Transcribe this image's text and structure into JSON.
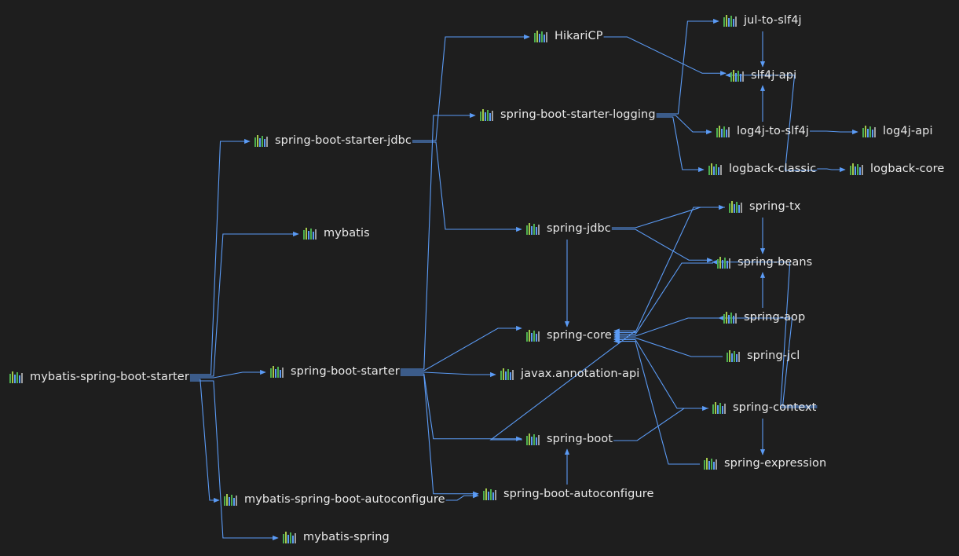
{
  "diagram": {
    "nodes": [
      {
        "id": "mybatis-spring-boot-starter",
        "label": "mybatis-spring-boot-starter"
      },
      {
        "id": "spring-boot-starter-jdbc",
        "label": "spring-boot-starter-jdbc"
      },
      {
        "id": "mybatis",
        "label": "mybatis"
      },
      {
        "id": "spring-boot-starter",
        "label": "spring-boot-starter"
      },
      {
        "id": "mybatis-spring-boot-autoconfigure",
        "label": "mybatis-spring-boot-autoconfigure"
      },
      {
        "id": "mybatis-spring",
        "label": "mybatis-spring"
      },
      {
        "id": "HikariCP",
        "label": "HikariCP"
      },
      {
        "id": "spring-boot-starter-logging",
        "label": "spring-boot-starter-logging"
      },
      {
        "id": "spring-jdbc",
        "label": "spring-jdbc"
      },
      {
        "id": "spring-core",
        "label": "spring-core"
      },
      {
        "id": "javax.annotation-api",
        "label": "javax.annotation-api"
      },
      {
        "id": "spring-boot",
        "label": "spring-boot"
      },
      {
        "id": "spring-boot-autoconfigure",
        "label": "spring-boot-autoconfigure"
      },
      {
        "id": "jul-to-slf4j",
        "label": "jul-to-slf4j"
      },
      {
        "id": "slf4j-api",
        "label": "slf4j-api"
      },
      {
        "id": "log4j-to-slf4j",
        "label": "log4j-to-slf4j"
      },
      {
        "id": "log4j-api",
        "label": "log4j-api"
      },
      {
        "id": "logback-classic",
        "label": "logback-classic"
      },
      {
        "id": "logback-core",
        "label": "logback-core"
      },
      {
        "id": "spring-tx",
        "label": "spring-tx"
      },
      {
        "id": "spring-beans",
        "label": "spring-beans"
      },
      {
        "id": "spring-aop",
        "label": "spring-aop"
      },
      {
        "id": "spring-jcl",
        "label": "spring-jcl"
      },
      {
        "id": "spring-context",
        "label": "spring-context"
      },
      {
        "id": "spring-expression",
        "label": "spring-expression"
      }
    ],
    "edges": [
      [
        "mybatis-spring-boot-starter",
        "spring-boot-starter-jdbc"
      ],
      [
        "mybatis-spring-boot-starter",
        "mybatis"
      ],
      [
        "mybatis-spring-boot-starter",
        "spring-boot-starter"
      ],
      [
        "mybatis-spring-boot-starter",
        "mybatis-spring-boot-autoconfigure"
      ],
      [
        "mybatis-spring-boot-starter",
        "mybatis-spring"
      ],
      [
        "spring-boot-starter-jdbc",
        "HikariCP"
      ],
      [
        "spring-boot-starter-jdbc",
        "spring-jdbc"
      ],
      [
        "spring-boot-starter",
        "spring-boot-starter-logging"
      ],
      [
        "spring-boot-starter",
        "spring-core"
      ],
      [
        "spring-boot-starter",
        "javax.annotation-api"
      ],
      [
        "spring-boot-starter",
        "spring-boot"
      ],
      [
        "spring-boot-starter",
        "spring-boot-autoconfigure"
      ],
      [
        "mybatis-spring-boot-autoconfigure",
        "spring-boot-autoconfigure"
      ],
      [
        "spring-boot-autoconfigure",
        "spring-boot"
      ],
      [
        "spring-jdbc",
        "spring-core"
      ],
      [
        "spring-jdbc",
        "spring-tx"
      ],
      [
        "spring-jdbc",
        "spring-beans"
      ],
      [
        "spring-boot",
        "spring-core"
      ],
      [
        "spring-boot",
        "spring-context"
      ],
      [
        "HikariCP",
        "slf4j-api"
      ],
      [
        "spring-boot-starter-logging",
        "jul-to-slf4j"
      ],
      [
        "spring-boot-starter-logging",
        "log4j-to-slf4j"
      ],
      [
        "spring-boot-starter-logging",
        "logback-classic"
      ],
      [
        "jul-to-slf4j",
        "slf4j-api"
      ],
      [
        "log4j-to-slf4j",
        "slf4j-api"
      ],
      [
        "log4j-to-slf4j",
        "log4j-api"
      ],
      [
        "logback-classic",
        "logback-core"
      ],
      [
        "logback-classic",
        "slf4j-api"
      ],
      [
        "spring-tx",
        "spring-beans"
      ],
      [
        "spring-tx",
        "spring-core"
      ],
      [
        "spring-beans",
        "spring-core"
      ],
      [
        "spring-aop",
        "spring-beans"
      ],
      [
        "spring-aop",
        "spring-core"
      ],
      [
        "spring-jcl",
        "spring-core"
      ],
      [
        "spring-context",
        "spring-aop"
      ],
      [
        "spring-context",
        "spring-beans"
      ],
      [
        "spring-context",
        "spring-core"
      ],
      [
        "spring-context",
        "spring-expression"
      ],
      [
        "spring-expression",
        "spring-core"
      ]
    ],
    "colors": {
      "edge": "#5b9bf5",
      "background": "#1e1e1e",
      "text": "#e8e8e8",
      "icon_bars": [
        "#4caf50",
        "#a3c94b",
        "#5b9bf5",
        "#9e9e9e"
      ]
    },
    "icon": "library-bars-icon"
  }
}
